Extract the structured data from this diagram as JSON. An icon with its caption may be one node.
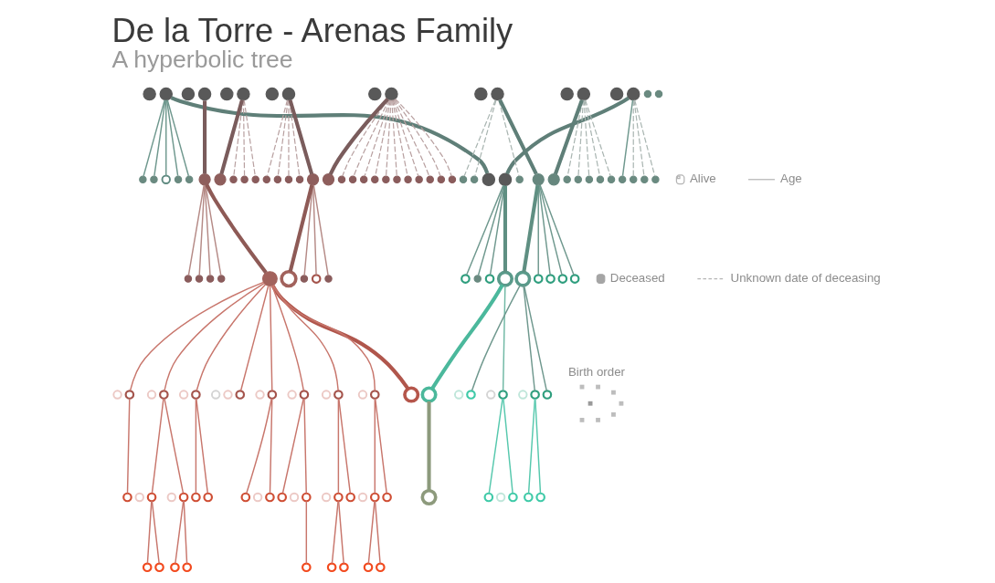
{
  "diagram": {
    "title": "De la Torre - Arenas Family",
    "caption": "A hyperbolic tree",
    "nodes": [
      {
        "text": [],
        "shape": "circle"
      },
      {
        "text": [],
        "shape": "circle"
      },
      {
        "text": [],
        "shape": "circle"
      },
      {
        "text": [],
        "shape": "circle"
      },
      {
        "text": [],
        "shape": "circle"
      },
      {
        "text": [],
        "shape": "circle"
      },
      {
        "text": [],
        "shape": "circle"
      },
      {
        "text": [],
        "shape": "circle"
      },
      {
        "text": [],
        "shape": "circle"
      },
      {
        "text": [],
        "shape": "circle"
      },
      {
        "text": [],
        "shape": "circle"
      },
      {
        "text": [],
        "shape": "circle"
      },
      {
        "text": [],
        "shape": "circle"
      },
      {
        "text": [],
        "shape": "circle"
      },
      {
        "text": [],
        "shape": "circle"
      },
      {
        "text": [],
        "shape": "circle"
      },
      {
        "text": [],
        "shape": "circle"
      },
      {
        "text": [],
        "shape": "circle"
      },
      {
        "text": [],
        "shape": "circle"
      },
      {
        "text": [],
        "shape": "circle"
      },
      {
        "text": [],
        "shape": "circle"
      },
      {
        "text": [],
        "shape": "circle"
      },
      {
        "text": [],
        "shape": "circle"
      },
      {
        "text": [],
        "shape": "circle"
      },
      {
        "text": [],
        "shape": "circle"
      },
      {
        "text": [],
        "shape": "circle"
      },
      {
        "text": [],
        "shape": "circle"
      },
      {
        "text": [],
        "shape": "circle"
      },
      {
        "text": [],
        "shape": "circle"
      },
      {
        "text": [],
        "shape": "circle"
      },
      {
        "text": [],
        "shape": "circle"
      },
      {
        "text": [],
        "shape": "circle"
      },
      {
        "text": [],
        "shape": "circle"
      },
      {
        "text": [],
        "shape": "circle"
      },
      {
        "text": [],
        "shape": "circle"
      },
      {
        "text": [],
        "shape": "circle"
      },
      {
        "text": [],
        "shape": "circle"
      },
      {
        "text": [],
        "shape": "circle"
      },
      {
        "text": [],
        "shape": "circle"
      },
      {
        "text": [],
        "shape": "circle"
      },
      {
        "text": [],
        "shape": "circle"
      },
      {
        "text": [],
        "shape": "circle"
      },
      {
        "text": [],
        "shape": "circle"
      },
      {
        "text": [],
        "shape": "circle"
      },
      {
        "text": [],
        "shape": "circle"
      },
      {
        "text": [],
        "shape": "circle"
      },
      {
        "text": [],
        "shape": "circle"
      },
      {
        "text": [],
        "shape": "circle"
      },
      {
        "text": [],
        "shape": "circle"
      },
      {
        "text": [],
        "shape": "circle"
      },
      {
        "text": [],
        "shape": "circle"
      },
      {
        "text": [],
        "shape": "circle"
      },
      {
        "text": [],
        "shape": "circle"
      },
      {
        "text": [],
        "shape": "circle"
      },
      {
        "text": [],
        "shape": "circle"
      },
      {
        "text": [],
        "shape": "circle"
      },
      {
        "text": [],
        "shape": "circle"
      },
      {
        "text": [],
        "shape": "circle"
      },
      {
        "text": [],
        "shape": "circle"
      },
      {
        "text": [],
        "shape": "circle"
      },
      {
        "text": [],
        "shape": "circle"
      },
      {
        "text": [],
        "shape": "circle"
      },
      {
        "text": [],
        "shape": "circle"
      },
      {
        "text": [],
        "shape": "circle"
      },
      {
        "text": [],
        "shape": "circle"
      },
      {
        "text": [],
        "shape": "circle"
      },
      {
        "text": [],
        "shape": "circle"
      },
      {
        "text": [],
        "shape": "circle"
      },
      {
        "text": [],
        "shape": "circle"
      },
      {
        "text": [],
        "shape": "circle"
      },
      {
        "text": [],
        "shape": "circle"
      },
      {
        "text": [],
        "shape": "circle"
      },
      {
        "text": [],
        "shape": "circle"
      },
      {
        "text": [],
        "shape": "circle"
      },
      {
        "text": [],
        "shape": "circle"
      },
      {
        "text": [],
        "shape": "circle"
      },
      {
        "text": [],
        "shape": "circle"
      },
      {
        "text": [],
        "shape": "circle"
      },
      {
        "text": [],
        "shape": "circle"
      },
      {
        "text": [],
        "shape": "circle"
      },
      {
        "text": [],
        "shape": "circle"
      },
      {
        "text": [],
        "shape": "circle"
      },
      {
        "text": [],
        "shape": "circle"
      },
      {
        "text": [],
        "shape": "circle"
      },
      {
        "text": [],
        "shape": "circle"
      },
      {
        "text": [],
        "shape": "circle"
      },
      {
        "text": [],
        "shape": "circle"
      },
      {
        "text": [],
        "shape": "circle"
      },
      {
        "text": [],
        "shape": "circle"
      },
      {
        "text": [],
        "shape": "circle"
      },
      {
        "text": [],
        "shape": "circle"
      },
      {
        "text": [],
        "shape": "circle"
      },
      {
        "text": [],
        "shape": "circle"
      },
      {
        "text": [],
        "shape": "circle"
      },
      {
        "text": [],
        "shape": "circle"
      },
      {
        "text": [],
        "shape": "circle"
      },
      {
        "text": [],
        "shape": "circle"
      },
      {
        "text": [],
        "shape": "circle"
      },
      {
        "text": [],
        "shape": "circle"
      },
      {
        "text": [],
        "shape": "circle"
      },
      {
        "text": [],
        "shape": "circle"
      },
      {
        "text": [],
        "shape": "circle"
      },
      {
        "text": [],
        "shape": "circle"
      },
      {
        "text": [],
        "shape": "circle"
      },
      {
        "text": [],
        "shape": "circle"
      },
      {
        "text": [],
        "shape": "circle"
      },
      {
        "text": [],
        "shape": "circle"
      },
      {
        "text": [],
        "shape": "circle"
      },
      {
        "text": [],
        "shape": "circle"
      },
      {
        "text": [],
        "shape": "circle"
      },
      {
        "text": [],
        "shape": "circle"
      },
      {
        "text": [],
        "shape": "circle"
      },
      {
        "text": [],
        "shape": "circle"
      },
      {
        "text": [],
        "shape": "circle"
      },
      {
        "text": [],
        "shape": "circle"
      },
      {
        "text": [],
        "shape": "circle"
      },
      {
        "text": [],
        "shape": "circle"
      },
      {
        "text": [],
        "shape": "circle"
      },
      {
        "text": [],
        "shape": "circle"
      },
      {
        "text": [],
        "shape": "circle"
      },
      {
        "text": [],
        "shape": "circle"
      },
      {
        "text": [],
        "shape": "circle"
      },
      {
        "text": [],
        "shape": "circle"
      },
      {
        "text": [],
        "shape": "circle"
      },
      {
        "text": [],
        "shape": "circle"
      },
      {
        "text": [],
        "shape": "circle"
      },
      {
        "text": [],
        "shape": "circle"
      },
      {
        "text": [],
        "shape": "circle"
      },
      {
        "text": [],
        "shape": "circle"
      },
      {
        "text": [],
        "shape": "circle"
      },
      {
        "text": [],
        "shape": "circle"
      },
      {
        "text": [],
        "shape": "circle"
      },
      {
        "text": [],
        "shape": "circle"
      },
      {
        "text": [],
        "shape": "circle"
      },
      {
        "text": [],
        "shape": "circle"
      },
      {
        "text": [],
        "shape": "circle"
      },
      {
        "text": [],
        "shape": "circle"
      },
      {
        "text": [],
        "shape": "circle"
      },
      {
        "text": [],
        "shape": "circle"
      }
    ],
    "edges": [
      {
        "from": 2,
        "to": 13,
        "arrow": "none",
        "style": "thick",
        "color": "#5f7f78"
      },
      {
        "from": 0,
        "to": 14,
        "arrow": "none",
        "style": "thick",
        "color": "#5f7f78"
      },
      {
        "from": 2,
        "to": 4,
        "arrow": "none",
        "style": "dashed",
        "color": "#a9b5b1"
      },
      {
        "from": 2,
        "to": 5,
        "arrow": "none",
        "style": "dashed",
        "color": "#a9b5b1"
      },
      {
        "from": 2,
        "to": 6,
        "arrow": "none",
        "style": "dashed",
        "color": "#a9b5b1"
      },
      {
        "from": 2,
        "to": 7,
        "arrow": "none",
        "color": "#6f988e"
      },
      {
        "from": 0,
        "to": 8,
        "arrow": "none",
        "color": "#6f988e"
      },
      {
        "from": 0,
        "to": 9,
        "arrow": "none",
        "color": "#6f988e"
      },
      {
        "from": 0,
        "to": 10,
        "arrow": "none",
        "color": "#6f988e"
      },
      {
        "from": 0,
        "to": 11,
        "arrow": "none",
        "color": "#6f988e"
      },
      {
        "from": 0,
        "to": 12,
        "arrow": "none",
        "color": "#6f988e"
      },
      {
        "from": 13,
        "to": 15,
        "arrow": "none",
        "color": "#6f988e"
      },
      {
        "from": 13,
        "to": 16,
        "arrow": "none",
        "color": "#6f988e"
      },
      {
        "from": 13,
        "to": 17,
        "arrow": "none",
        "color": "#6f988e"
      },
      {
        "from": 13,
        "to": 36,
        "arrow": "none",
        "style": "thick",
        "color": "#5f8f82"
      },
      {
        "from": 18,
        "to": 30,
        "arrow": "none",
        "style": "thick",
        "color": "#5f7f78"
      },
      {
        "from": 18,
        "to": 20,
        "arrow": "none",
        "style": "dashed",
        "color": "#a9b5b1"
      },
      {
        "from": 18,
        "to": 21,
        "arrow": "none",
        "style": "dashed",
        "color": "#a9b5b1"
      },
      {
        "from": 18,
        "to": 22,
        "arrow": "none",
        "style": "dashed",
        "color": "#a9b5b1"
      },
      {
        "from": 23,
        "to": 31,
        "arrow": "none",
        "style": "thick",
        "color": "#5f7f78"
      },
      {
        "from": 23,
        "to": 25,
        "arrow": "none",
        "style": "dashed",
        "color": "#a9b5b1"
      },
      {
        "from": 23,
        "to": 26,
        "arrow": "none",
        "style": "dashed",
        "color": "#a9b5b1"
      },
      {
        "from": 23,
        "to": 27,
        "arrow": "none",
        "style": "dashed",
        "color": "#a9b5b1"
      },
      {
        "from": 23,
        "to": 28,
        "arrow": "none",
        "style": "dashed",
        "color": "#a9b5b1"
      },
      {
        "from": 23,
        "to": 29,
        "arrow": "none",
        "style": "dashed",
        "color": "#a9b5b1"
      },
      {
        "from": 30,
        "to": 32,
        "arrow": "none",
        "color": "#6f988e"
      },
      {
        "from": 30,
        "to": 33,
        "arrow": "none",
        "color": "#6f988e"
      },
      {
        "from": 30,
        "to": 34,
        "arrow": "none",
        "color": "#6f988e"
      },
      {
        "from": 30,
        "to": 35,
        "arrow": "none",
        "color": "#6f988e"
      },
      {
        "from": 30,
        "to": 37,
        "arrow": "none",
        "style": "thick",
        "color": "#5f8f82"
      },
      {
        "from": 36,
        "to": 38,
        "arrow": "none",
        "style": "thick",
        "color": "#4bb89c"
      },
      {
        "from": 36,
        "to": 39,
        "arrow": "none",
        "color": "#6fb8a4"
      },
      {
        "from": 37,
        "to": 44,
        "arrow": "none",
        "color": "#6f988e"
      },
      {
        "from": 37,
        "to": 48,
        "arrow": "none",
        "color": "#6f988e"
      },
      {
        "from": 37,
        "to": 49,
        "arrow": "none",
        "color": "#6f988e"
      },
      {
        "from": 39,
        "to": 41,
        "arrow": "none",
        "color": "#56c8ad"
      },
      {
        "from": 39,
        "to": 42,
        "arrow": "none",
        "color": "#56c8ad"
      },
      {
        "from": 44,
        "to": 46,
        "arrow": "none",
        "color": "#56c8ad"
      },
      {
        "from": 44,
        "to": 47,
        "arrow": "none",
        "color": "#56c8ad"
      },
      {
        "from": 38,
        "to": 52,
        "arrow": "none",
        "style": "thick",
        "color": "#8c9a7c"
      },
      {
        "from": 53,
        "to": 60,
        "arrow": "none",
        "style": "thick",
        "color": "#7a5c5c"
      },
      {
        "from": 55,
        "to": 61,
        "arrow": "none",
        "style": "thick",
        "color": "#7a5c5c"
      },
      {
        "from": 55,
        "to": 57,
        "arrow": "none",
        "style": "dashed",
        "color": "#b8a0a0"
      },
      {
        "from": 55,
        "to": 58,
        "arrow": "none",
        "style": "dashed",
        "color": "#b8a0a0"
      },
      {
        "from": 55,
        "to": 59,
        "arrow": "none",
        "style": "dashed",
        "color": "#b8a0a0"
      },
      {
        "from": 60,
        "to": 62,
        "arrow": "none",
        "color": "#b58a86"
      },
      {
        "from": 60,
        "to": 63,
        "arrow": "none",
        "color": "#b58a86"
      },
      {
        "from": 60,
        "to": 64,
        "arrow": "none",
        "color": "#b58a86"
      },
      {
        "from": 60,
        "to": 65,
        "arrow": "none",
        "color": "#b58a86"
      },
      {
        "from": 66,
        "to": 85,
        "arrow": "none",
        "style": "thick",
        "color": "#7a5c5c"
      },
      {
        "from": 66,
        "to": 68,
        "arrow": "none",
        "style": "dashed",
        "color": "#b8a0a0"
      },
      {
        "from": 66,
        "to": 69,
        "arrow": "none",
        "style": "dashed",
        "color": "#b8a0a0"
      },
      {
        "from": 66,
        "to": 70,
        "arrow": "none",
        "style": "dashed",
        "color": "#b8a0a0"
      },
      {
        "from": 66,
        "to": 71,
        "arrow": "none",
        "style": "dashed",
        "color": "#b8a0a0"
      },
      {
        "from": 72,
        "to": 86,
        "arrow": "none",
        "style": "thick",
        "color": "#7a5c5c"
      },
      {
        "from": 72,
        "to": 74,
        "arrow": "none",
        "style": "dashed",
        "color": "#b8a0a0"
      },
      {
        "from": 72,
        "to": 75,
        "arrow": "none",
        "style": "dashed",
        "color": "#b8a0a0"
      },
      {
        "from": 72,
        "to": 76,
        "arrow": "none",
        "style": "dashed",
        "color": "#b8a0a0"
      },
      {
        "from": 72,
        "to": 77,
        "arrow": "none",
        "style": "dashed",
        "color": "#b8a0a0"
      },
      {
        "from": 72,
        "to": 78,
        "arrow": "none",
        "style": "dashed",
        "color": "#b8a0a0"
      },
      {
        "from": 72,
        "to": 79,
        "arrow": "none",
        "style": "dashed",
        "color": "#b8a0a0"
      },
      {
        "from": 72,
        "to": 80,
        "arrow": "none",
        "style": "dashed",
        "color": "#b8a0a0"
      },
      {
        "from": 72,
        "to": 81,
        "arrow": "none",
        "style": "dashed",
        "color": "#b8a0a0"
      },
      {
        "from": 72,
        "to": 82,
        "arrow": "none",
        "style": "dashed",
        "color": "#b8a0a0"
      },
      {
        "from": 72,
        "to": 83,
        "arrow": "none",
        "style": "dashed",
        "color": "#b8a0a0"
      },
      {
        "from": 72,
        "to": 84,
        "arrow": "none",
        "style": "dashed",
        "color": "#b8a0a0"
      },
      {
        "from": 85,
        "to": 87,
        "arrow": "none",
        "color": "#b58a86"
      },
      {
        "from": 85,
        "to": 88,
        "arrow": "none",
        "color": "#b58a86"
      },
      {
        "from": 85,
        "to": 89,
        "arrow": "none",
        "color": "#b58a86"
      },
      {
        "from": 60,
        "to": 90,
        "arrow": "none",
        "style": "thick",
        "color": "#8e5a56"
      },
      {
        "from": 85,
        "to": 91,
        "arrow": "none",
        "style": "thick",
        "color": "#8e5a56"
      },
      {
        "from": 90,
        "to": 51,
        "arrow": "none",
        "style": "thick",
        "color": "#b0564c"
      },
      {
        "from": 90,
        "to": 92,
        "arrow": "none"
      },
      {
        "from": 90,
        "to": 96,
        "arrow": "none"
      },
      {
        "from": 90,
        "to": 99,
        "arrow": "none"
      },
      {
        "from": 90,
        "to": 104,
        "arrow": "none"
      },
      {
        "from": 90,
        "to": 110,
        "arrow": "none"
      },
      {
        "from": 90,
        "to": 117,
        "arrow": "none"
      },
      {
        "from": 90,
        "to": 124,
        "arrow": "none"
      },
      {
        "from": 90,
        "to": 127,
        "arrow": "none"
      },
      {
        "from": 92,
        "to": 94,
        "arrow": "none"
      },
      {
        "from": 92,
        "to": 95,
        "arrow": "none"
      },
      {
        "from": 99,
        "to": 101,
        "arrow": "none"
      },
      {
        "from": 99,
        "to": 102,
        "arrow": "none"
      },
      {
        "from": 104,
        "to": 106,
        "arrow": "none"
      },
      {
        "from": 104,
        "to": 107,
        "arrow": "none"
      },
      {
        "from": 107,
        "to": 108,
        "arrow": "none"
      },
      {
        "from": 110,
        "to": 112,
        "arrow": "none"
      },
      {
        "from": 110,
        "to": 113,
        "arrow": "none"
      },
      {
        "from": 113,
        "to": 115,
        "arrow": "none"
      },
      {
        "from": 113,
        "to": 116,
        "arrow": "none"
      },
      {
        "from": 117,
        "to": 119,
        "arrow": "none"
      },
      {
        "from": 117,
        "to": 120,
        "arrow": "none"
      },
      {
        "from": 120,
        "to": 122,
        "arrow": "none"
      },
      {
        "from": 120,
        "to": 123,
        "arrow": "none"
      },
      {
        "from": 124,
        "to": 126,
        "arrow": "none"
      },
      {
        "from": 127,
        "to": 129,
        "arrow": "none"
      },
      {
        "from": 127,
        "to": 133,
        "arrow": "none"
      },
      {
        "from": 129,
        "to": 131,
        "arrow": "none"
      },
      {
        "from": 129,
        "to": 132,
        "arrow": "none"
      },
      {
        "from": 133,
        "to": 135,
        "arrow": "none"
      },
      {
        "from": 133,
        "to": 136,
        "arrow": "none"
      }
    ],
    "legend": [
      {
        "text": "Alive"
      },
      {
        "text": "Deceased"
      },
      {
        "text": "Age"
      },
      {
        "text": "Unknown date of deceasing"
      },
      {
        "text": "Birth order"
      }
    ]
  }
}
